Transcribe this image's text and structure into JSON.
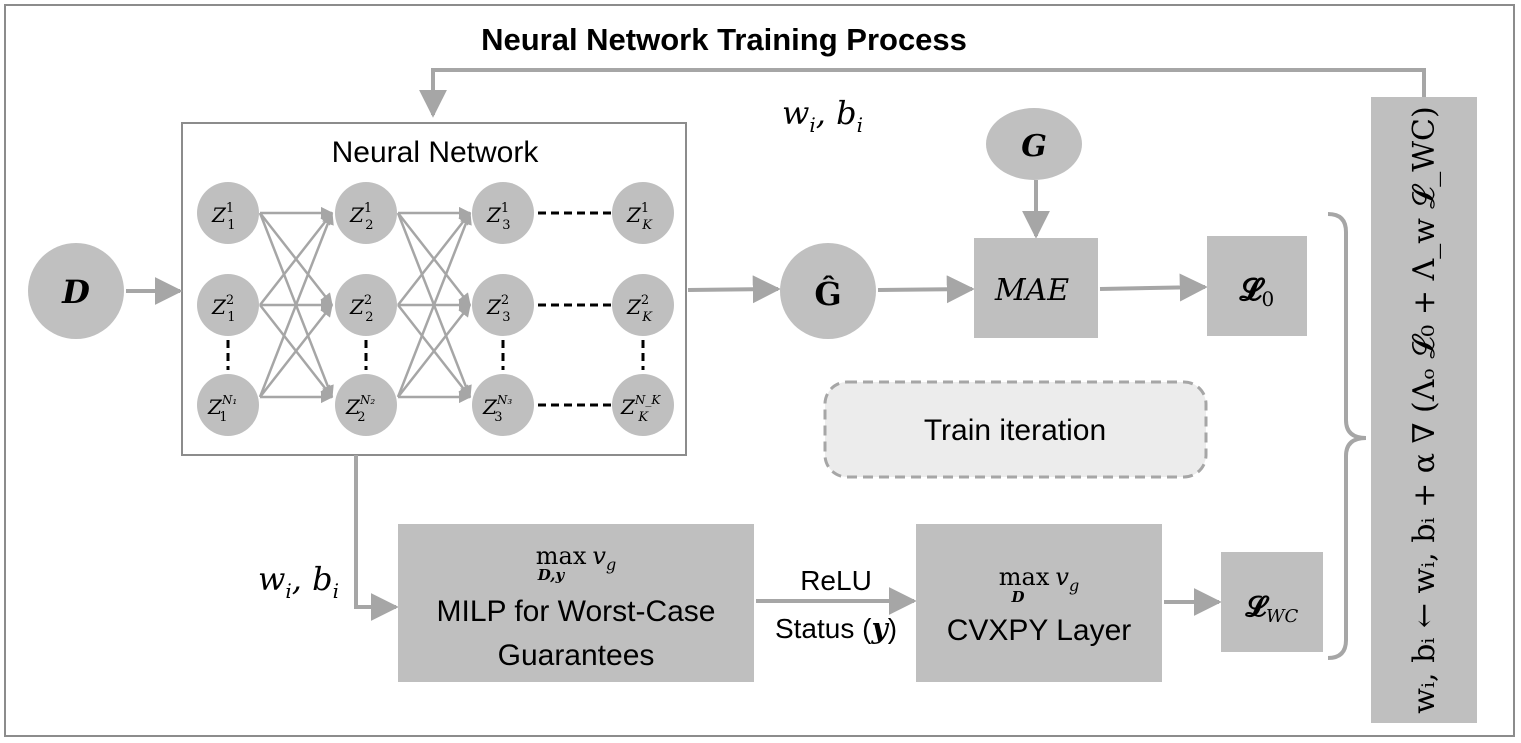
{
  "title": "Neural Network Training Process",
  "input_node": {
    "symbol": "D"
  },
  "target_node": {
    "symbol": "G"
  },
  "prediction_node": {
    "symbol": "Ĝ"
  },
  "neural_network": {
    "label": "Neural Network",
    "neurons": {
      "row1": [
        "Z",
        "Z",
        "Z",
        "Z"
      ],
      "sup1": [
        "1",
        "1",
        "1",
        "1"
      ],
      "sub": [
        "1",
        "2",
        "3",
        "K"
      ],
      "row2sup": [
        "2",
        "2",
        "2",
        "2"
      ],
      "row3sup": [
        "N₁",
        "N₂",
        "N₃",
        "N_K"
      ]
    }
  },
  "weights_top": {
    "w": "w",
    "w_sub": "i",
    "sep": ", ",
    "b": "b",
    "b_sub": "i"
  },
  "weights_bottom": {
    "w": "w",
    "w_sub": "i",
    "sep": ", ",
    "b": "b",
    "b_sub": "i"
  },
  "mae_box": {
    "label": "MAE"
  },
  "loss_o": {
    "symbol": "𝓛",
    "sub": "0"
  },
  "loss_wc": {
    "symbol": "𝓛",
    "sub": "WC"
  },
  "train_iteration": {
    "label": "Train iteration"
  },
  "milp_box": {
    "max": "max",
    "max_sub": "D,y",
    "objective": "v",
    "objective_sub": "g",
    "line1": "MILP for Worst-Case",
    "line2": "Guarantees"
  },
  "relu_label": {
    "line1": "ReLU",
    "line2_text": "Status (",
    "line2_sym": "y",
    "line2_end": ")"
  },
  "cvxpy_box": {
    "max": "max",
    "max_sub": "D",
    "objective": "v",
    "objective_sub": "g",
    "label": "CVXPY Layer"
  },
  "update_rule": {
    "text": "wᵢ, bᵢ ← wᵢ, bᵢ + α ∇ (Λₒ 𝓛₀ + Λ_w 𝓛_WC)"
  },
  "colors": {
    "box_fill": "#bfbfbf",
    "node_fill": "#c0c0c0",
    "arrow": "#a6a6a6",
    "border": "#8c8c8c",
    "dashed_fill": "#ececec",
    "text": "#000000"
  }
}
